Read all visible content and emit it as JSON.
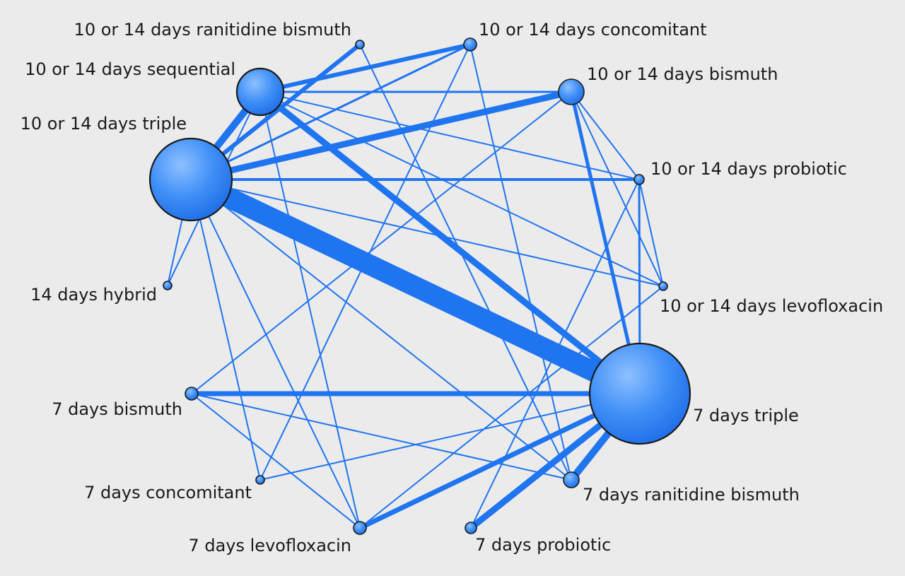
{
  "colors": {
    "background": "#ebebeb",
    "edge": "#1f74f0",
    "node_fill": "#3e8ef7",
    "node_outline": "#1a1a1a"
  },
  "nodes": [
    {
      "id": "t1014",
      "label": "10 or 14 days triple"
    },
    {
      "id": "seq",
      "label": "10 or 14 days sequential"
    },
    {
      "id": "rb1014",
      "label": "10 or 14 days ranitidine bismuth"
    },
    {
      "id": "con1014",
      "label": "10 or 14 days concomitant"
    },
    {
      "id": "bis1014",
      "label": "10 or 14 days bismuth"
    },
    {
      "id": "pro1014",
      "label": "10 or 14 days probiotic"
    },
    {
      "id": "lev1014",
      "label": "10 or 14 days levofloxacin"
    },
    {
      "id": "t7",
      "label": "7 days triple"
    },
    {
      "id": "rb7",
      "label": "7 days ranitidine bismuth"
    },
    {
      "id": "pro7",
      "label": "7 days probiotic"
    },
    {
      "id": "lev7",
      "label": "7 days levofloxacin"
    },
    {
      "id": "con7",
      "label": "7 days concomitant"
    },
    {
      "id": "bis7",
      "label": "7 days bismuth"
    },
    {
      "id": "hyb14",
      "label": "14 days hybrid"
    }
  ],
  "edges": [
    {
      "from": "t1014",
      "to": "t7"
    },
    {
      "from": "seq",
      "to": "t7"
    },
    {
      "from": "t1014",
      "to": "seq"
    },
    {
      "from": "t1014",
      "to": "bis1014"
    },
    {
      "from": "bis1014",
      "to": "t7"
    },
    {
      "from": "bis7",
      "to": "t7"
    },
    {
      "from": "t7",
      "to": "pro7"
    },
    {
      "from": "t7",
      "to": "lev7"
    },
    {
      "from": "t7",
      "to": "rb7"
    },
    {
      "from": "t1014",
      "to": "pro1014"
    },
    {
      "from": "seq",
      "to": "con1014"
    },
    {
      "from": "t1014",
      "to": "rb1014"
    },
    {
      "from": "seq",
      "to": "bis1014"
    },
    {
      "from": "t1014",
      "to": "con1014"
    },
    {
      "from": "pro1014",
      "to": "t7"
    },
    {
      "from": "t1014",
      "to": "lev1014"
    },
    {
      "from": "t1014",
      "to": "hyb14"
    },
    {
      "from": "t1014",
      "to": "con7"
    },
    {
      "from": "t1014",
      "to": "rb7"
    },
    {
      "from": "t1014",
      "to": "lev7"
    },
    {
      "from": "seq",
      "to": "pro1014"
    },
    {
      "from": "seq",
      "to": "lev1014"
    },
    {
      "from": "seq",
      "to": "hyb14"
    },
    {
      "from": "seq",
      "to": "lev7"
    },
    {
      "from": "rb1014",
      "to": "rb7"
    },
    {
      "from": "con1014",
      "to": "con7"
    },
    {
      "from": "con1014",
      "to": "rb7"
    },
    {
      "from": "bis1014",
      "to": "pro1014"
    },
    {
      "from": "bis1014",
      "to": "lev1014"
    },
    {
      "from": "bis1014",
      "to": "bis7"
    },
    {
      "from": "pro1014",
      "to": "lev1014"
    },
    {
      "from": "pro1014",
      "to": "pro7"
    },
    {
      "from": "lev1014",
      "to": "lev7"
    },
    {
      "from": "t7",
      "to": "con7"
    },
    {
      "from": "bis7",
      "to": "rb7"
    },
    {
      "from": "bis7",
      "to": "lev7"
    }
  ]
}
